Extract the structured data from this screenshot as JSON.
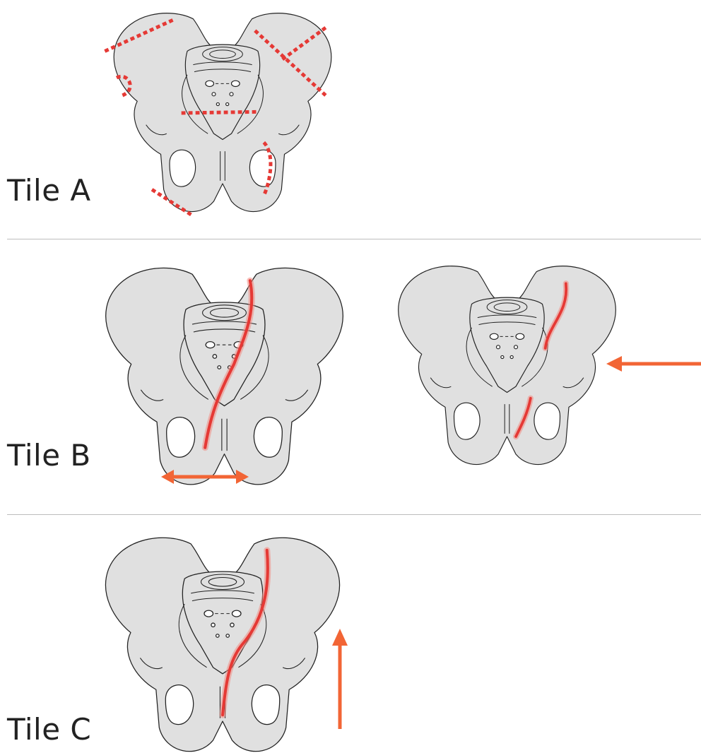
{
  "tiles": [
    {
      "label": "Tile A"
    },
    {
      "label": "Tile B"
    },
    {
      "label": "Tile C"
    }
  ],
  "colors": {
    "bone_fill": "#e0e0e0",
    "outline": "#222222",
    "fracture": "#e53935",
    "arrow": "#f26535",
    "divider": "#bdbdbd"
  }
}
